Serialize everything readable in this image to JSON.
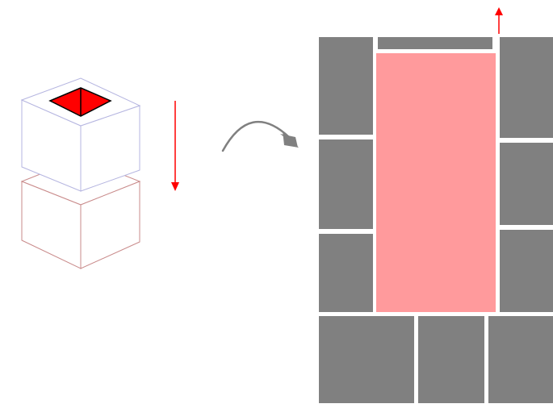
{
  "colors": {
    "background": "#ffffff",
    "block_gray": "#808080",
    "highlight_pink": "#ff9a9c",
    "accent_red": "#ff0000",
    "cube_top_outline": "#b5b5e0",
    "cube_bottom_outline": "#c98b8b",
    "curve_arrow": "#808080",
    "gap_white": "#ffffff"
  },
  "icons": {
    "down_arrow": "down-arrow-icon",
    "up_arrow": "up-arrow-icon",
    "curved_arrow": "curved-arrow-icon"
  },
  "diagram": {
    "stacked_cubes": 2,
    "arrow_direction_left": "down",
    "arrow_direction_right": "up",
    "grid": {
      "top_bar": "thin-gray-bar",
      "left_column_blocks": 3,
      "right_column_blocks": 3,
      "bottom_row_blocks": 3,
      "center_highlight": "pink-rectangle"
    }
  }
}
